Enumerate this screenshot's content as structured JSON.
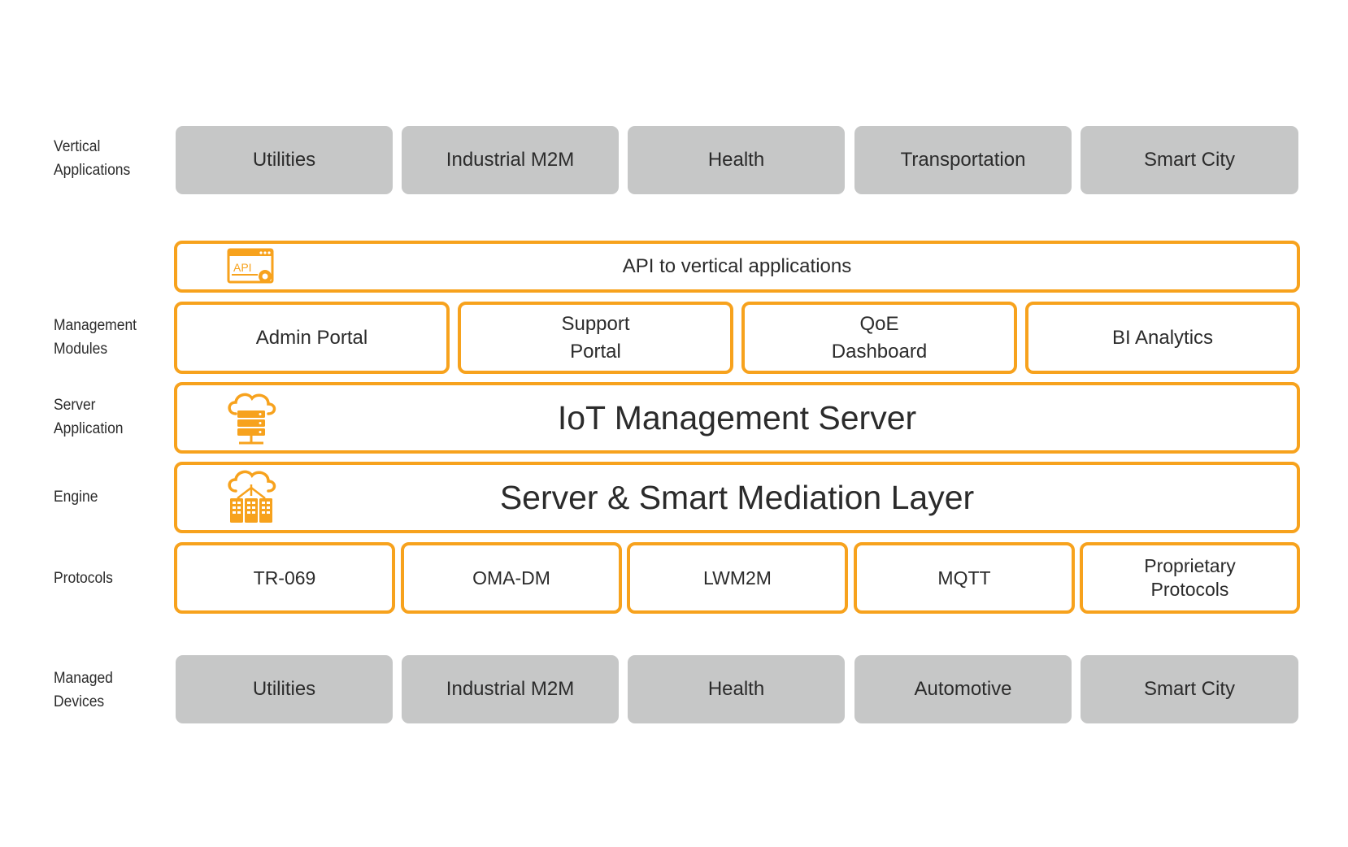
{
  "labels": {
    "vertical": [
      "Vertical",
      "Applications"
    ],
    "management": [
      "Management",
      "Modules"
    ],
    "server": [
      "Server",
      "Application"
    ],
    "engine": [
      "Engine"
    ],
    "protocols": [
      "Protocols"
    ],
    "devices": [
      "Managed",
      "Devices"
    ]
  },
  "vertical_apps": [
    "Utilities",
    "Industrial M2M",
    "Health",
    "Transportation",
    "Smart City"
  ],
  "api": {
    "label": "API to vertical applications",
    "icon_text": "API"
  },
  "modules": [
    [
      "Admin Portal"
    ],
    [
      "Support",
      "Portal"
    ],
    [
      "QoE",
      "Dashboard"
    ],
    [
      "BI Analytics"
    ]
  ],
  "server_app": {
    "label": "IoT Management Server"
  },
  "engine": {
    "label": "Server & Smart Mediation Layer"
  },
  "protocols": [
    [
      "TR-069"
    ],
    [
      "OMA-DM"
    ],
    [
      "LWM2M"
    ],
    [
      "MQTT"
    ],
    [
      "Proprietary",
      "Protocols"
    ]
  ],
  "devices": [
    "Utilities",
    "Industrial M2M",
    "Health",
    "Automotive",
    "Smart City"
  ],
  "colors": {
    "accent": "#f7a21d",
    "box_gray": "#c6c7c7",
    "text": "#2b2b2b"
  }
}
